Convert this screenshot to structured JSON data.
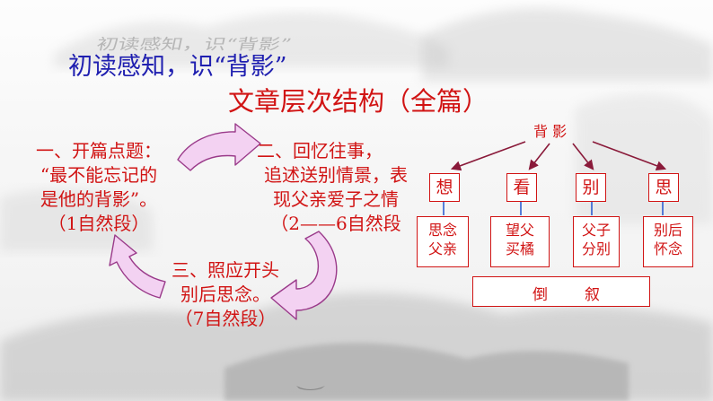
{
  "header": {
    "shadow_title": "初读感知，识“背影”",
    "title": "初读感知，识“背影”",
    "subtitle": "文章层次结构（全篇）"
  },
  "cycle": {
    "part1": [
      "一、开篇点题：",
      "“最不能忘记的",
      "是他的背影”。",
      "（1自然段）"
    ],
    "part2": [
      "二、回忆往事，",
      "追述送别情景，表",
      "现父亲爱子之情",
      "（2——6自然段"
    ],
    "part3": [
      "三、照应开头",
      "别后思念。",
      "（7自然段）"
    ]
  },
  "structure": {
    "root": "背  影",
    "branches": [
      {
        "head": "想",
        "detail": [
          "思念",
          "父亲"
        ]
      },
      {
        "head": "看",
        "detail": [
          "望父",
          "买橘"
        ]
      },
      {
        "head": "别",
        "detail": [
          "父子",
          "分别"
        ]
      },
      {
        "head": "思",
        "detail": [
          "别后",
          "怀念"
        ]
      }
    ],
    "footer_left": "倒",
    "footer_right": "叙"
  },
  "colors": {
    "title_blue": "#1f1fb0",
    "accent_red": "#d11414",
    "arrow_fill": "#f3d2f2",
    "arrow_stroke": "#9a3a8a",
    "tree_arrow": "#8a1a3a",
    "connector_blue": "#2f5fd0"
  }
}
